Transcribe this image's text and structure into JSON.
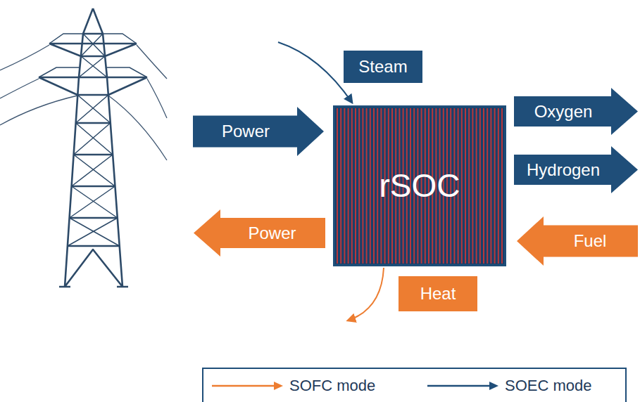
{
  "diagram": {
    "nodes": [
      {
        "text": [
          "Steam"
        ]
      },
      {
        "text": [
          "Power"
        ]
      },
      {
        "text": [
          "rSOC"
        ]
      },
      {
        "text": [
          "Oxygen"
        ]
      },
      {
        "text": [
          "Hydrogen"
        ]
      },
      {
        "text": [
          "Power"
        ]
      },
      {
        "text": [
          "Fuel"
        ]
      },
      {
        "text": [
          "Heat"
        ]
      }
    ],
    "legend": [
      {
        "text": "SOFC mode"
      },
      {
        "text": "SOEC mode"
      }
    ]
  }
}
